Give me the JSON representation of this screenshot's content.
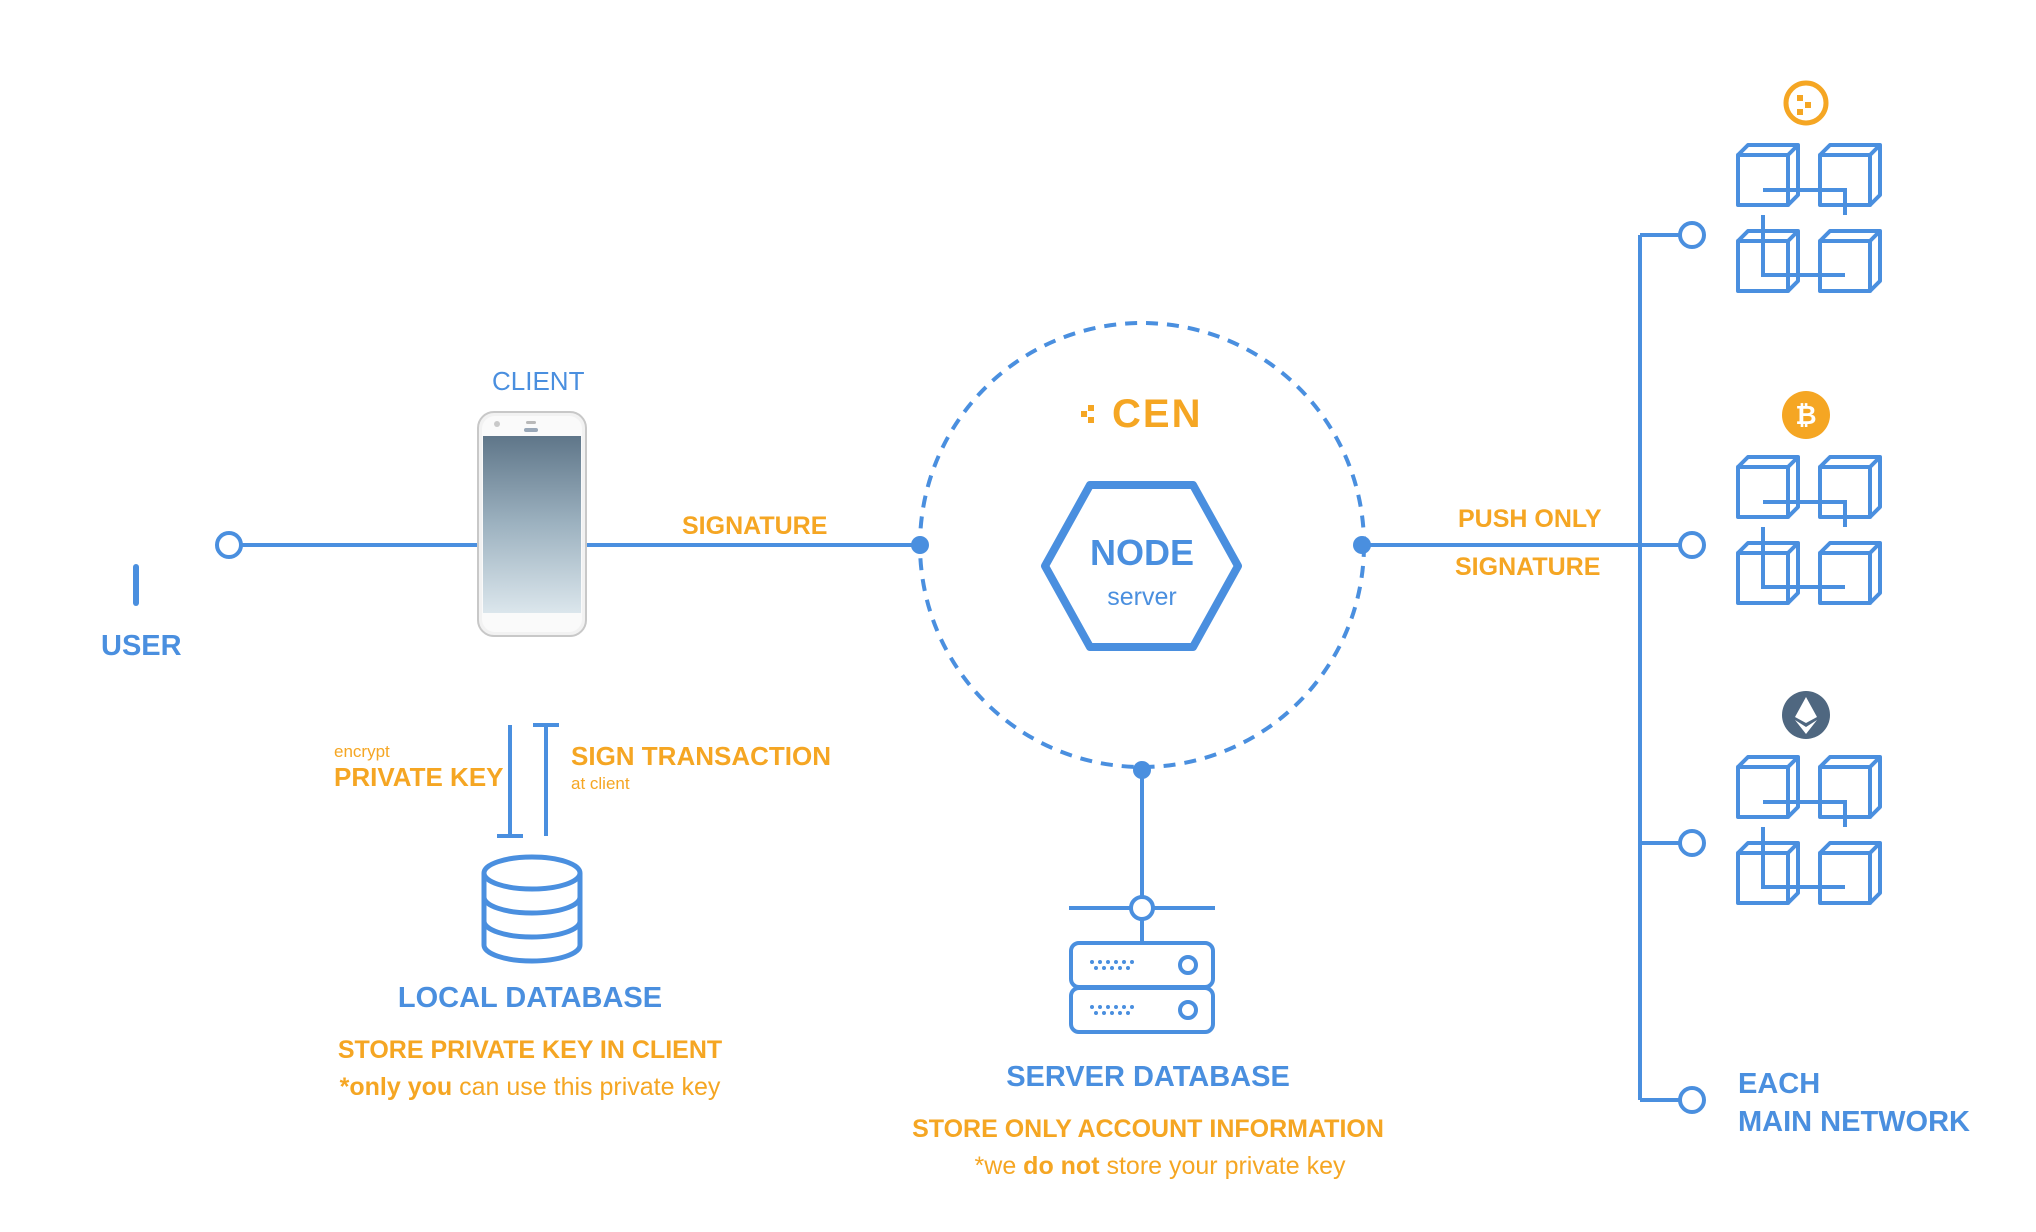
{
  "colors": {
    "blue": "#4a8fdf",
    "orange": "#f5a623",
    "eth": "#4f6780"
  },
  "user": {
    "label": "USER"
  },
  "client": {
    "label": "CLIENT"
  },
  "signature_left": "SIGNATURE",
  "node": {
    "brand": "CEN",
    "title": "NODE",
    "subtitle": "server"
  },
  "push": {
    "line1": "PUSH ONLY",
    "line2": "SIGNATURE"
  },
  "key_flow": {
    "encrypt_small": "encrypt",
    "encrypt_big": "PRIVATE KEY",
    "sign_big": "SIGN TRANSACTION",
    "sign_small": "at client"
  },
  "local_db": {
    "title": "LOCAL DATABASE",
    "note": "STORE PRIVATE KEY IN CLIENT",
    "sub_pre": "*",
    "sub_bold": "only you",
    "sub_rest": " can use this private key"
  },
  "server_db": {
    "title": "SERVER DATABASE",
    "note": "STORE ONLY ACCOUNT INFORMATION",
    "sub_pre": "*we ",
    "sub_bold": "do not",
    "sub_rest": " store your private key"
  },
  "networks": {
    "label_line1": "EACH",
    "label_line2": "MAIN NETWORK",
    "bitcoin_symbol": "₿",
    "icons": [
      "cen-coin-icon",
      "bitcoin-icon",
      "ethereum-icon"
    ]
  }
}
